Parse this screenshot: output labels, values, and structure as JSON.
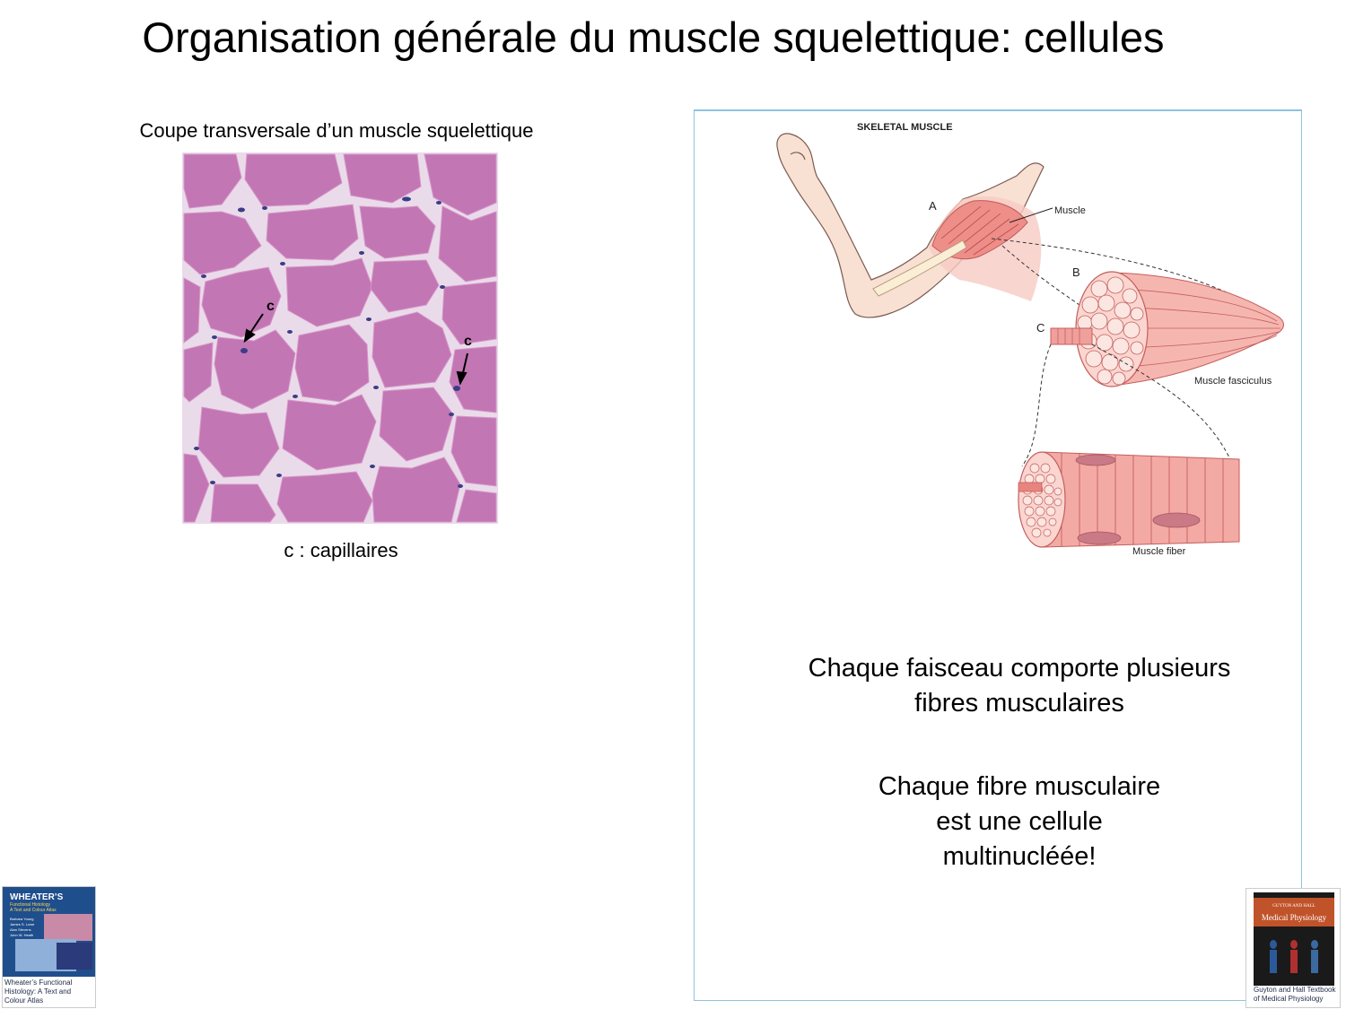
{
  "slide": {
    "title": "Organisation générale du muscle squelettique: cellules"
  },
  "histology": {
    "caption": "Coupe transversale d’un muscle squelettique",
    "marker_label": "c",
    "legend": "c : capillaires"
  },
  "diagram": {
    "heading": "SKELETAL MUSCLE",
    "labels": {
      "a": "A",
      "b": "B",
      "c": "C",
      "muscle": "Muscle",
      "fasciculus": "Muscle fasciculus",
      "fiber": "Muscle fiber"
    }
  },
  "notes": [
    {
      "line1": "Chaque faisceau comporte plusieurs",
      "line2": "fibres musculaires"
    },
    {
      "line1": "Chaque fibre musculaire",
      "line2": "est une cellule",
      "line3": "multinucléée!"
    }
  ],
  "books": {
    "left": {
      "brand": "WHEATER’S",
      "subtitle1": "Functional Histology",
      "subtitle2": "A Text and Colour Atlas",
      "authors": [
        "Barbara Young",
        "James S. Lowe",
        "Alan Stevens",
        "John W. Heath"
      ],
      "caption": [
        "Wheater’s Functional",
        "Histology: A Text and",
        "Colour Atlas"
      ]
    },
    "right": {
      "brand": "GUYTON AND HALL",
      "title": "Medical Physiology",
      "caption": [
        "Guyton and Hall Textbook",
        "of Medical Physiology"
      ]
    }
  },
  "colors": {
    "tissue": "#c276b4",
    "membrane": "#efe6f0",
    "nucleus": "#3b3c86",
    "muscle": "#f3a9a6",
    "skin": "#f8e0d2",
    "panel_border": "#8fc3e0"
  }
}
